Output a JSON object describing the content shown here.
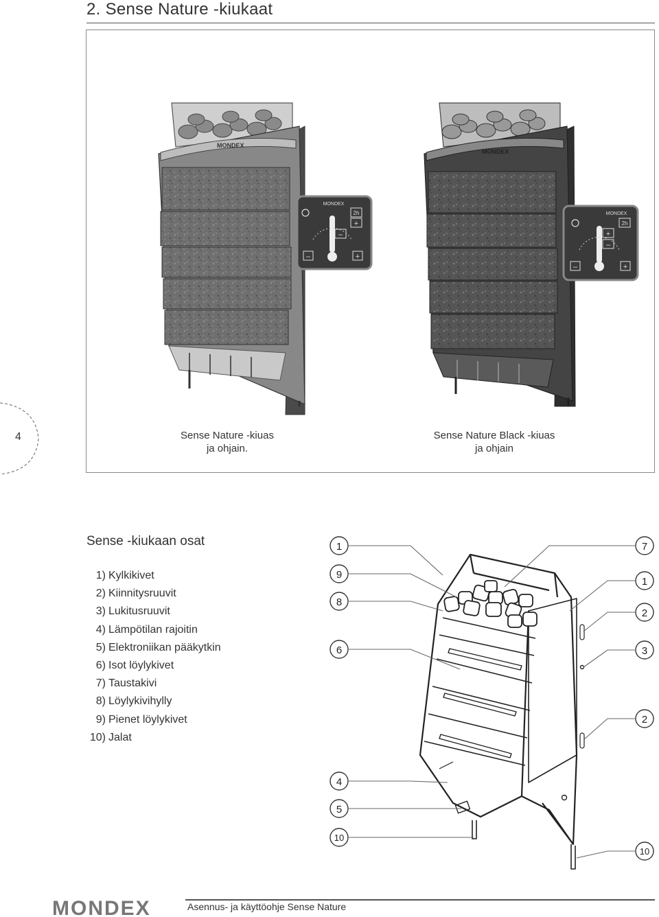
{
  "header": {
    "title": "2. Sense Nature -kiukaat"
  },
  "page": {
    "number": "4"
  },
  "figure": {
    "caption_left_line1": "Sense Nature -kiuas",
    "caption_left_line2": "ja ohjain.",
    "caption_right_line1": "Sense Nature Black -kiuas",
    "caption_right_line2": "ja ohjain",
    "heater_brand": "MONDEX",
    "control_timer": "2h",
    "control_plus": "+",
    "control_minus": "–"
  },
  "parts_section": {
    "title": "Sense -kiukaan osat",
    "items": [
      {
        "num": "1)",
        "label": "Kylkikivet"
      },
      {
        "num": "2)",
        "label": "Kiinnitysruuvit"
      },
      {
        "num": "3)",
        "label": "Lukitusruuvit"
      },
      {
        "num": "4)",
        "label": "Lämpötilan rajoitin"
      },
      {
        "num": "5)",
        "label": "Elektroniikan pääkytkin"
      },
      {
        "num": "6)",
        "label": "Isot löylykivet"
      },
      {
        "num": "7)",
        "label": "Taustakivi"
      },
      {
        "num": "8)",
        "label": "Löylykivihylly"
      },
      {
        "num": "9)",
        "label": "Pienet löylykivet"
      },
      {
        "num": "10)",
        "label": "Jalat"
      }
    ]
  },
  "diagram_callouts": {
    "left": [
      "1",
      "9",
      "8",
      "6",
      "4",
      "5",
      "10"
    ],
    "right": [
      "7",
      "1",
      "2",
      "3",
      "2",
      "10"
    ]
  },
  "footer": {
    "logo": "MONDEX",
    "text": "Asennus- ja käyttöohje Sense Nature"
  },
  "colors": {
    "accent": "#333333",
    "panel": "#3a3a3a",
    "stone": "#6a6a6a"
  }
}
